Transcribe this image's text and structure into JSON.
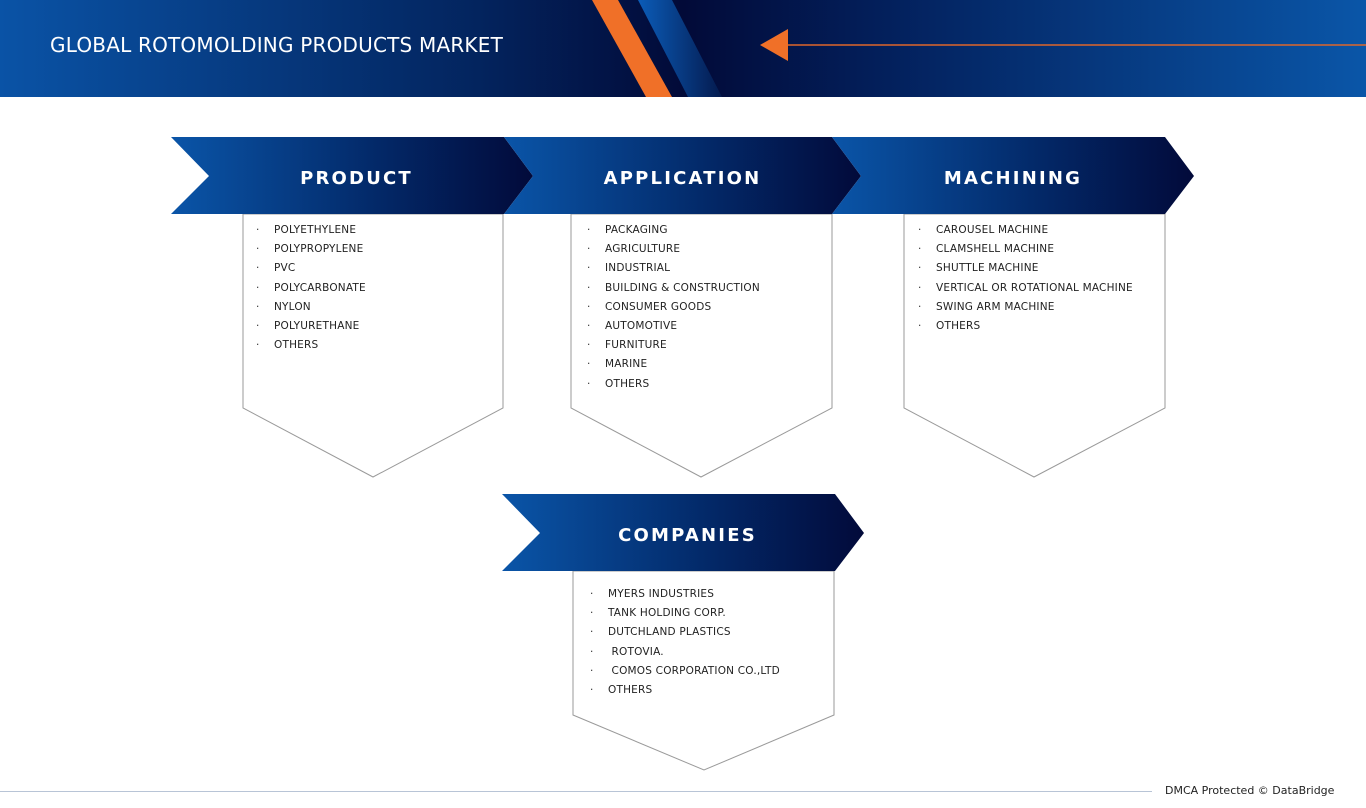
{
  "header": {
    "title": "GLOBAL ROTOMOLDING PRODUCTS MARKET",
    "colors": {
      "navy": "#020a38",
      "blue": "#0a53a6",
      "accent": "#f07028"
    }
  },
  "segments": [
    {
      "id": "product",
      "title": "PRODUCT",
      "items": [
        "POLYETHYLENE",
        "POLYPROPYLENE",
        "PVC",
        "POLYCARBONATE",
        "NYLON",
        "POLYURETHANE",
        "OTHERS"
      ]
    },
    {
      "id": "application",
      "title": "APPLICATION",
      "items": [
        "PACKAGING",
        "AGRICULTURE",
        "INDUSTRIAL",
        "BUILDING & CONSTRUCTION",
        "CONSUMER GOODS",
        "AUTOMOTIVE",
        "FURNITURE",
        "MARINE",
        "OTHERS"
      ]
    },
    {
      "id": "machining",
      "title": "MACHINING",
      "items": [
        "CAROUSEL MACHINE",
        "CLAMSHELL MACHINE",
        "SHUTTLE MACHINE",
        "VERTICAL OR ROTATIONAL MACHINE",
        "SWING ARM MACHINE",
        "OTHERS"
      ]
    },
    {
      "id": "companies",
      "title": "COMPANIES",
      "items": [
        "MYERS INDUSTRIES",
        "TANK HOLDING CORP.",
        "DUTCHLAND PLASTICS",
        " ROTOVIA.",
        " COMOS CORPORATION CO.,LTD",
        "OTHERS"
      ]
    }
  ],
  "footer": {
    "text": "DMCA Protected © DataBridge"
  }
}
